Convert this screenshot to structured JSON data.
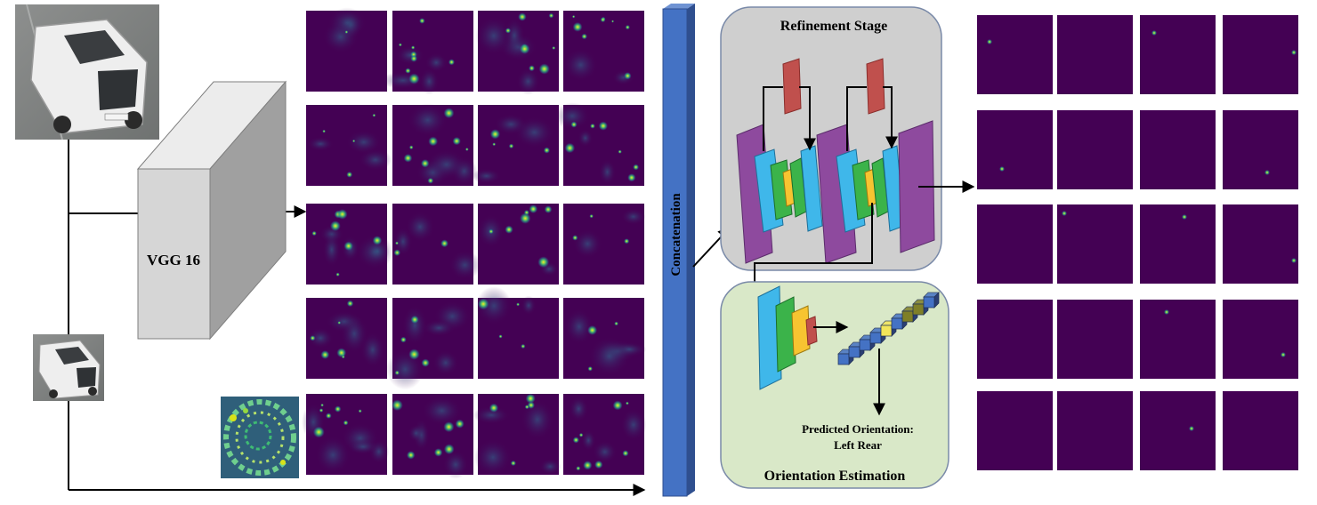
{
  "labels": {
    "backbone": "VGG 16",
    "concat": "Concatenation",
    "refinement": "Refinement Stage",
    "orientation": "Orientation Estimation",
    "predicted_line1": "Predicted Orientation:",
    "predicted_line2": "Left Rear"
  },
  "colors": {
    "heatmap_bg": "#440154",
    "concat_bar": "#4472c4",
    "refine_box": "#cfcfcf",
    "orient_box": "#d9e8c8",
    "purple": "#8e4a9e",
    "blue": "#3fb7ea",
    "green": "#3bb34a",
    "yellow": "#f7c431",
    "red": "#c0504d",
    "fc_blue": "#4472c4",
    "fc_olive": "#7f7f28"
  }
}
